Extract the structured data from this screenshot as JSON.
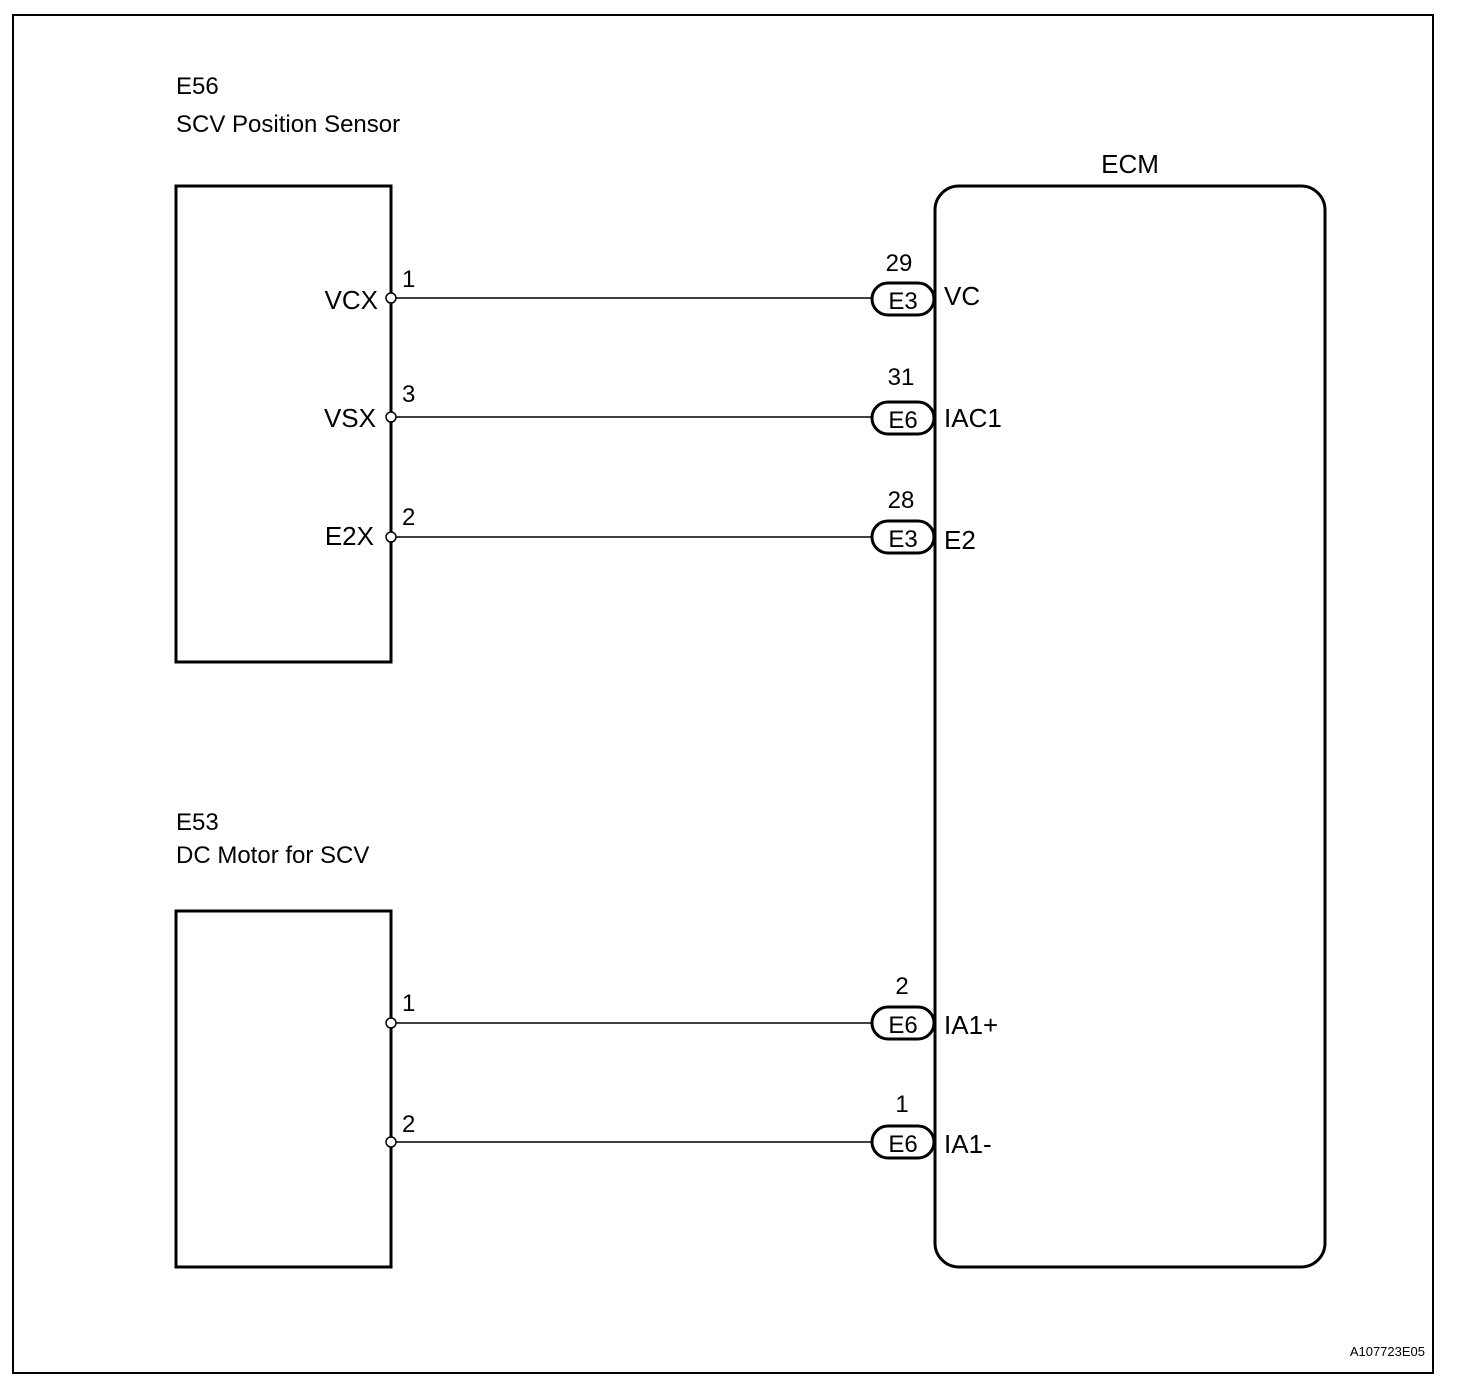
{
  "sensor": {
    "code": "E56",
    "name": "SCV Position Sensor",
    "pins": [
      {
        "name": "VCX",
        "num": "1"
      },
      {
        "name": "VSX",
        "num": "3"
      },
      {
        "name": "E2X",
        "num": "2"
      }
    ]
  },
  "motor": {
    "code": "E53",
    "name": "DC Motor for SCV",
    "pins": [
      {
        "num": "1"
      },
      {
        "num": "2"
      }
    ]
  },
  "ecm": {
    "title": "ECM",
    "terminals": [
      {
        "num": "29",
        "conn": "E3",
        "name": "VC"
      },
      {
        "num": "31",
        "conn": "E6",
        "name": "IAC1"
      },
      {
        "num": "28",
        "conn": "E3",
        "name": "E2"
      },
      {
        "num": "2",
        "conn": "E6",
        "name": "IA1+"
      },
      {
        "num": "1",
        "conn": "E6",
        "name": "IA1-"
      }
    ]
  },
  "figure_id": "A107723E05"
}
